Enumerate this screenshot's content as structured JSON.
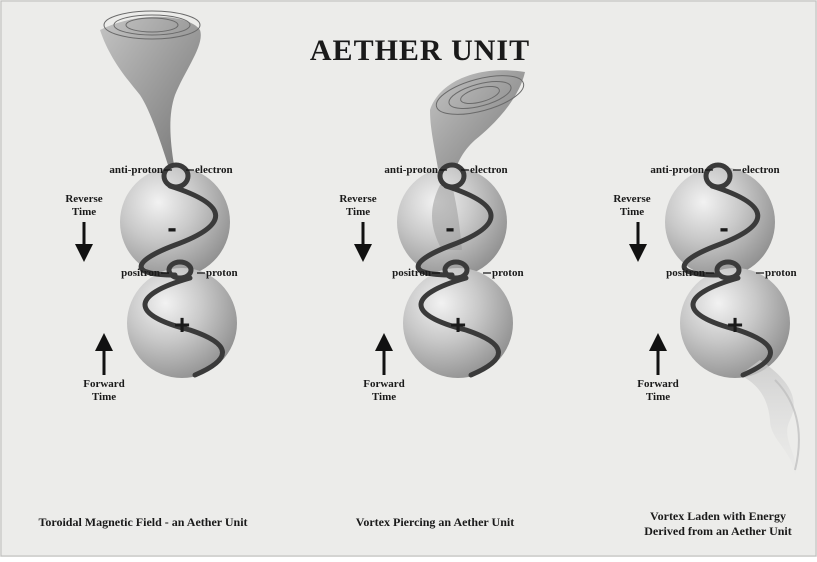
{
  "title": "AETHER UNIT",
  "colors": {
    "background": "#ececea",
    "sphere": "#b8b8b8",
    "helix": "#3a3a3a",
    "vortex": "#7c7c7c",
    "text": "#1a1a1a"
  },
  "labels": {
    "anti_proton": "anti-proton",
    "electron": "electron",
    "positron": "positron",
    "proton": "proton",
    "reverse": "Reverse",
    "forward": "Forward",
    "time": "Time",
    "minus": "-",
    "plus": "+"
  },
  "panels": [
    {
      "caption_lines": [
        "Toroidal Magnetic Field - an Aether Unit"
      ]
    },
    {
      "caption_lines": [
        "Vortex Piercing an Aether Unit"
      ]
    },
    {
      "caption_lines": [
        "Vortex Laden with Energy",
        "Derived from an Aether Unit"
      ]
    }
  ]
}
